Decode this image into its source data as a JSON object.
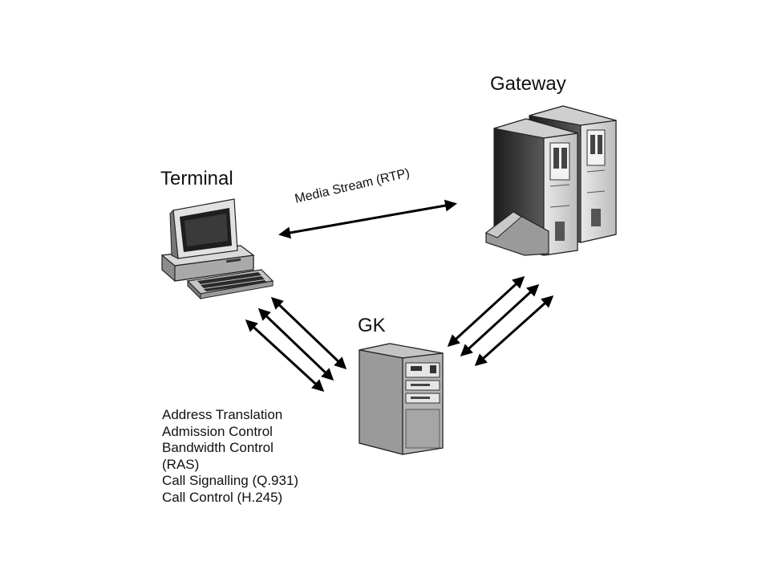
{
  "nodes": {
    "terminal": "Terminal",
    "gateway": "Gateway",
    "gk": "GK"
  },
  "media_stream": "Media Stream (RTP)",
  "functions": [
    "Address Translation",
    "Admission Control",
    "Bandwidth Control",
    "(RAS)",
    "Call Signalling (Q.931)",
    "Call Control (H.245)"
  ],
  "icons": {
    "terminal": "desktop-computer-icon",
    "gateway": "server-towers-icon",
    "gk": "server-tower-icon"
  },
  "colors": {
    "line": "#000000",
    "device_dark": "#3a3a3a",
    "device_mid": "#8a8a8a",
    "device_light": "#d6d6d6"
  }
}
